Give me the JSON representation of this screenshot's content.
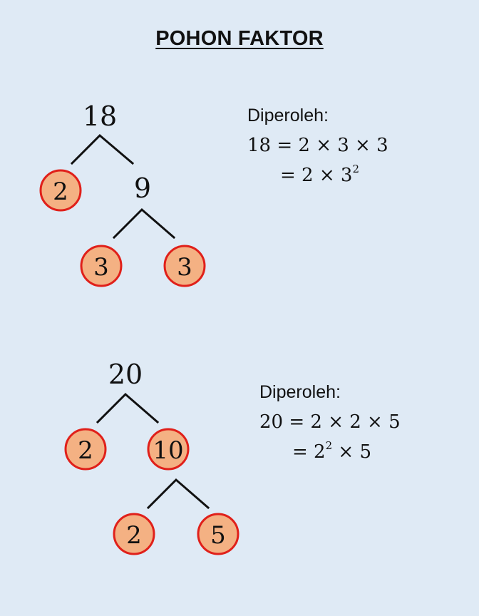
{
  "title": "POHON FAKTOR",
  "trees": [
    {
      "root": "18",
      "left_leaf": "2",
      "right_node": "9",
      "right_children": [
        "3",
        "3"
      ],
      "result": {
        "label": "Diperoleh:",
        "line1": "18 = 2 × 3 × 3",
        "line2_prefix": "= 2 × 3",
        "line2_sup": "2",
        "line2_suffix": ""
      }
    },
    {
      "root": "20",
      "left_leaf": "2",
      "right_node": "10",
      "right_children": [
        "2",
        "5"
      ],
      "result": {
        "label": "Diperoleh:",
        "line1": "20 = 2 × 2 × 5",
        "line2_prefix": "= 2",
        "line2_sup": "2",
        "line2_suffix": " × 5"
      }
    }
  ],
  "colors": {
    "background": "#dfeaf5",
    "circle_fill": "#f4b183",
    "circle_stroke": "#e0201a"
  }
}
